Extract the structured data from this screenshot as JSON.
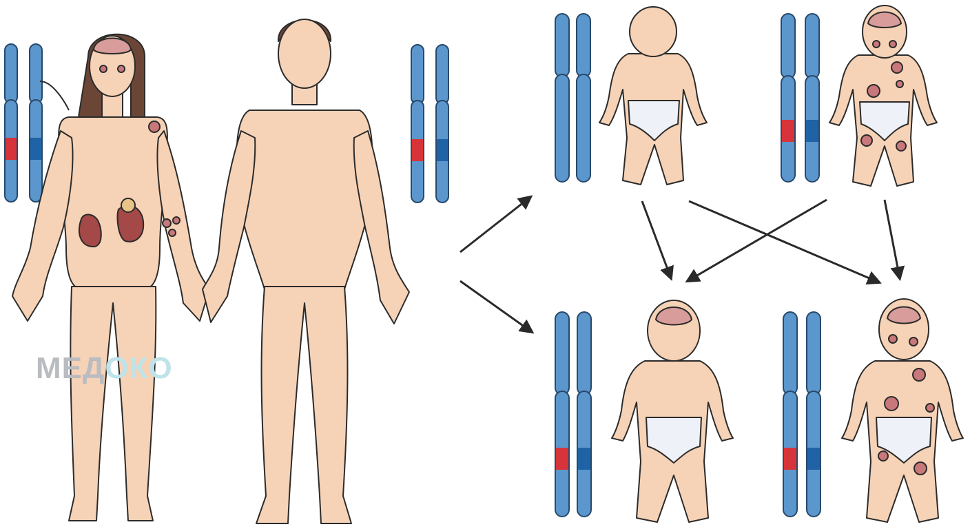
{
  "watermark": {
    "part1": "МЕД",
    "part2": "ОКО"
  },
  "colors": {
    "skin": "#f6d2b6",
    "skin_stroke": "#2b2b2b",
    "chromosome": "#5b96cc",
    "chromosome_stroke": "#27496b",
    "mutant_band": "#d6343a",
    "normal_band": "#1f63a6",
    "lesion": "#c8777a",
    "brain": "#d89d9a",
    "kidney": "#a44848",
    "diaper": "#eef1f7",
    "arrow": "#2a2a2a"
  },
  "figures": [
    {
      "id": "mother",
      "role": "parent",
      "affected": true
    },
    {
      "id": "father",
      "role": "parent",
      "affected": false
    },
    {
      "id": "child-1",
      "role": "child",
      "affected": false
    },
    {
      "id": "child-2",
      "role": "child",
      "affected": true
    },
    {
      "id": "child-3",
      "role": "child",
      "affected": true
    },
    {
      "id": "child-4",
      "role": "child",
      "affected": true
    }
  ]
}
